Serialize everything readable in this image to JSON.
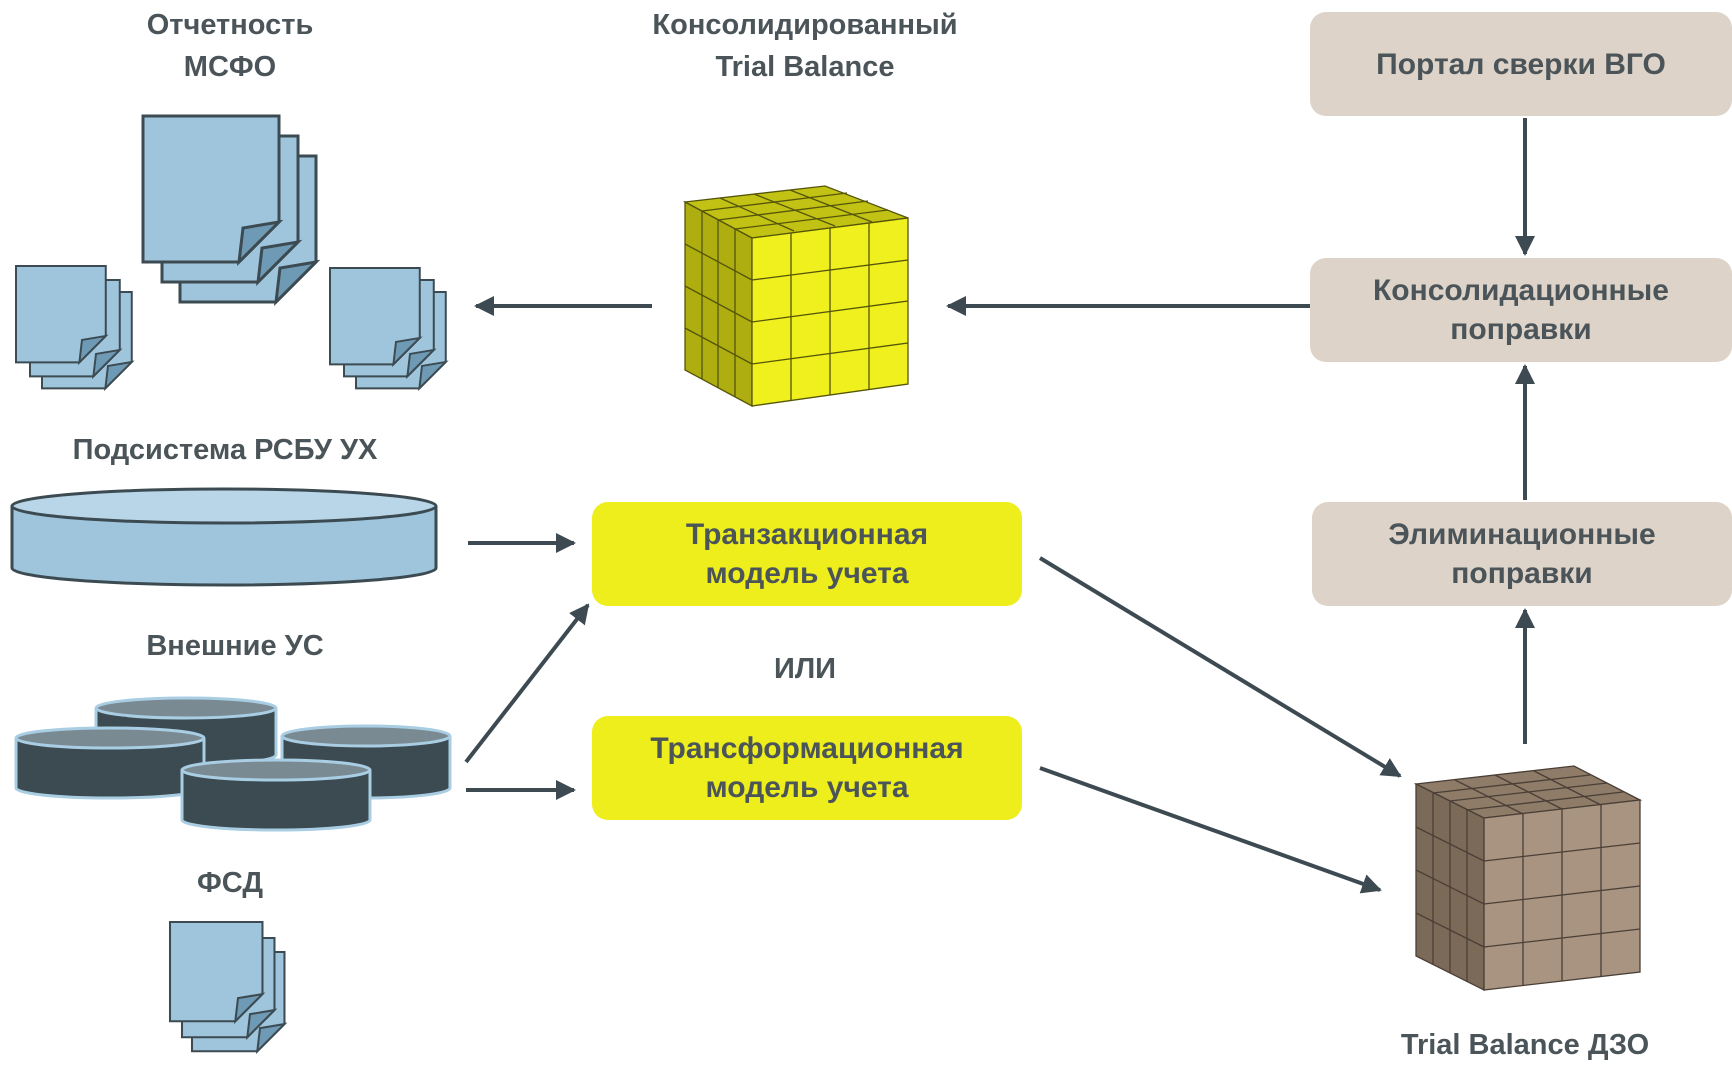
{
  "labels": {
    "ifrs_line1": "Отчетность",
    "ifrs_line2": "МСФО",
    "cons_tb_line1": "Консолидированный",
    "cons_tb_line2": "Trial Balance",
    "rsbu": "Подсистема РСБУ УХ",
    "external": "Внешние УС",
    "fsd": "ФСД",
    "or": "ИЛИ",
    "tb_dzo": "Trial Balance ДЗО"
  },
  "boxes": {
    "portal": "Портал сверки ВГО",
    "consol_line1": "Консолидационные",
    "consol_line2": "поправки",
    "elim_line1": "Элиминационные",
    "elim_line2": "поправки",
    "trans_line1": "Транзакционная",
    "trans_line2": "модель учета",
    "transform_line1": "Трансформационная",
    "transform_line2": "модель учета"
  },
  "colors": {
    "text": "#4b5559",
    "arrow": "#3d4a52",
    "beige_box": "#ddd3c8",
    "yellow_box": "#eeee1c",
    "doc_fill": "#9fc5dd",
    "db_light": "#a9cde3",
    "db_dark": "#3c4b52",
    "cube_yellow": "#f0f01e",
    "cube_brown": "#a89480"
  },
  "icons": [
    "document-stack-icon",
    "database-cylinder-icon",
    "olap-cube-icon",
    "arrow-icon"
  ]
}
